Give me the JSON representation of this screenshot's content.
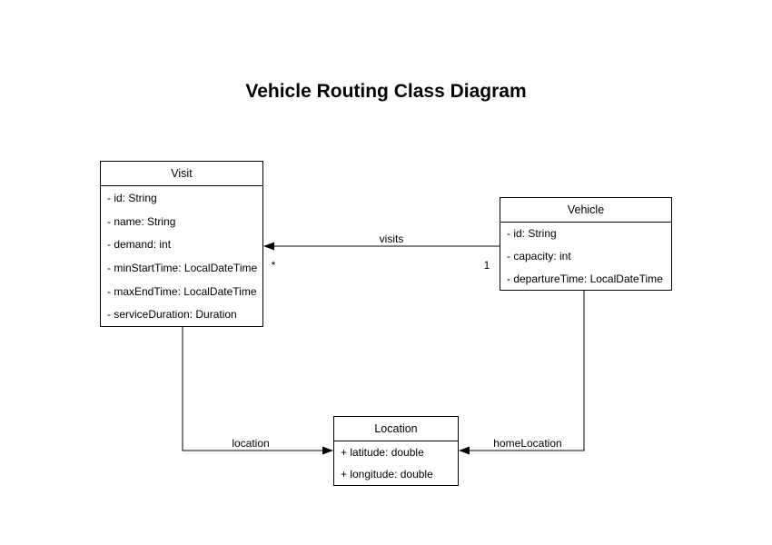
{
  "title": "Vehicle Routing Class Diagram",
  "classes": [
    {
      "name": "Visit",
      "attributes": [
        "- id: String",
        "- name: String",
        "- demand: int",
        "- minStartTime: LocalDateTime",
        "- maxEndTime: LocalDateTime",
        "- serviceDuration: Duration"
      ]
    },
    {
      "name": "Vehicle",
      "attributes": [
        "- id: String",
        "- capacity: int",
        "- departureTime: LocalDateTime"
      ]
    },
    {
      "name": "Location",
      "attributes": [
        "+ latitude: double",
        "+ longitude: double"
      ]
    }
  ],
  "relationships": [
    {
      "label": "visits",
      "from": "Vehicle",
      "to": "Visit",
      "from_multiplicity": "1",
      "to_multiplicity": "*"
    },
    {
      "label": "location",
      "from": "Visit",
      "to": "Location"
    },
    {
      "label": "homeLocation",
      "from": "Vehicle",
      "to": "Location"
    }
  ],
  "colors": {
    "background": "#ffffff",
    "box_fill": "#ffffff",
    "box_border": "#000000",
    "line": "#000000",
    "text": "#000000"
  }
}
